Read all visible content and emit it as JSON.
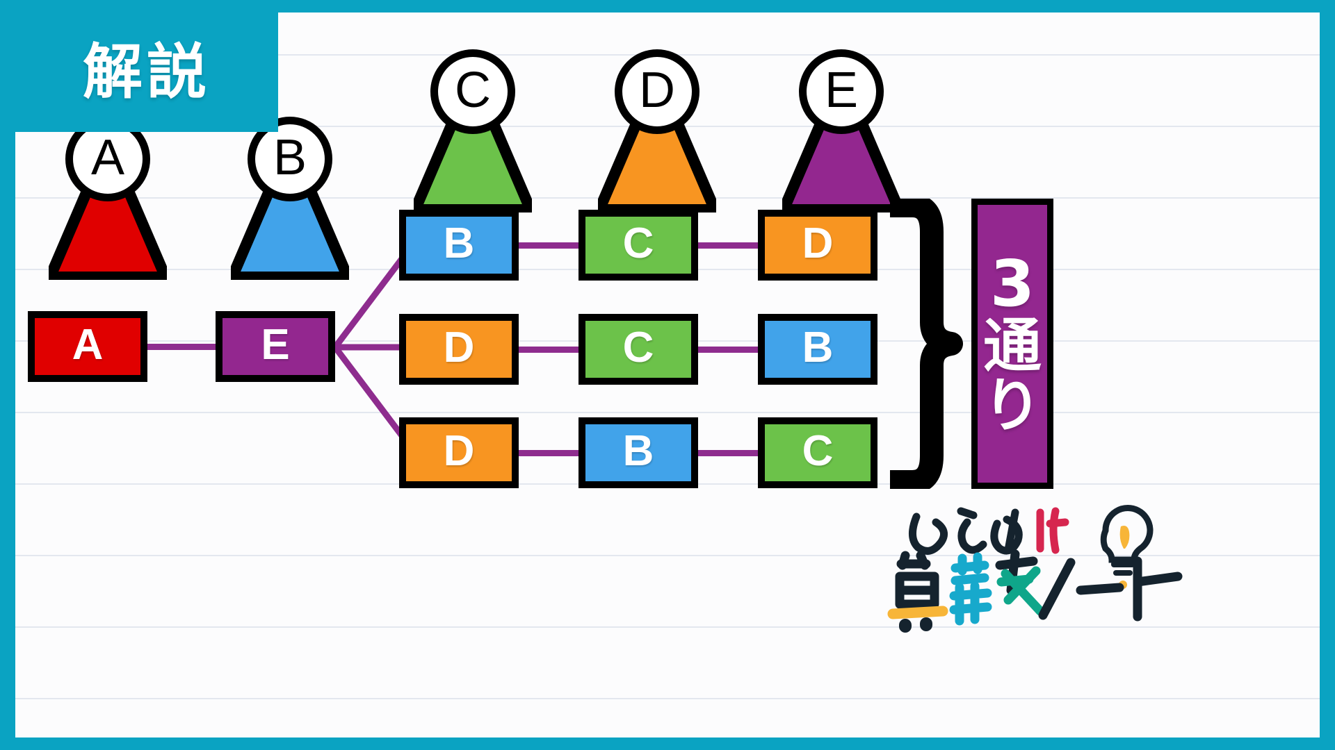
{
  "frame": {
    "border_color": "#0AA3C2",
    "page_color": "#FCFCFD",
    "rule_color": "#E3E7EF"
  },
  "badge": {
    "label": "解説",
    "bg": "#0AA3C2",
    "fg": "#FFFFFF"
  },
  "palette": {
    "A": "#E00000",
    "B": "#41A3EA",
    "C": "#6CC24A",
    "D": "#F89521",
    "E": "#93278F",
    "outline": "#000000",
    "link": "#8E2C8E"
  },
  "people": [
    {
      "letter": "A",
      "color": "#E00000",
      "name": "person-a"
    },
    {
      "letter": "B",
      "color": "#41A3EA",
      "name": "person-b"
    },
    {
      "letter": "C",
      "color": "#6CC24A",
      "name": "person-c"
    },
    {
      "letter": "D",
      "color": "#F89521",
      "name": "person-d"
    },
    {
      "letter": "E",
      "color": "#93278F",
      "name": "person-e"
    }
  ],
  "tree": {
    "root": {
      "label": "A",
      "color": "#E00000"
    },
    "second": {
      "label": "E",
      "color": "#93278F"
    },
    "rows": [
      {
        "cells": [
          {
            "label": "B",
            "color": "#41A3EA"
          },
          {
            "label": "C",
            "color": "#6CC24A"
          },
          {
            "label": "D",
            "color": "#F89521"
          }
        ]
      },
      {
        "cells": [
          {
            "label": "D",
            "color": "#F89521"
          },
          {
            "label": "C",
            "color": "#6CC24A"
          },
          {
            "label": "B",
            "color": "#41A3EA"
          }
        ]
      },
      {
        "cells": [
          {
            "label": "D",
            "color": "#F89521"
          },
          {
            "label": "B",
            "color": "#41A3EA"
          },
          {
            "label": "C",
            "color": "#6CC24A"
          }
        ]
      }
    ]
  },
  "result": {
    "number": "3",
    "unit_1": "通",
    "unit_2": "り",
    "bg": "#93278F",
    "fg": "#FFFFFF"
  },
  "logo": {
    "top_text": "ひらめけ",
    "bottom_text": "算数ノート",
    "bulb": "lightbulb-icon"
  }
}
